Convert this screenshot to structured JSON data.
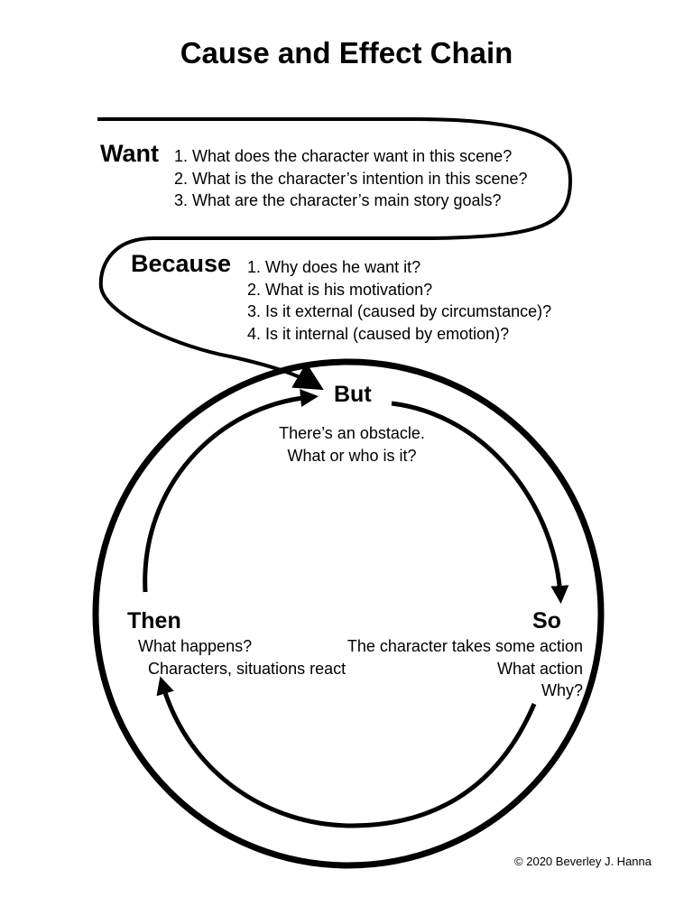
{
  "title": "Cause and Effect Chain",
  "want": {
    "heading": "Want",
    "items": [
      "1. What does the character want in this scene?",
      "2. What is the character’s intention in this scene?",
      "3. What are the character’s main story goals?"
    ]
  },
  "because": {
    "heading": "Because",
    "items": [
      "1. Why does he want it?",
      "2. What is his motivation?",
      "3. Is it external (caused by circumstance)?",
      "4. Is it internal (caused by emotion)?"
    ]
  },
  "but": {
    "heading": "But",
    "lines": [
      "There’s an obstacle.",
      "What or who is it?"
    ]
  },
  "so": {
    "heading": "So",
    "lines": [
      "The character takes some action",
      "What action",
      "Why?"
    ]
  },
  "then": {
    "heading": "Then",
    "lines": [
      "What happens?",
      "Characters, situations react"
    ]
  },
  "copyright": "© 2020 Beverley J. Hanna",
  "colors": {
    "ink": "#000000",
    "paper": "#ffffff"
  }
}
